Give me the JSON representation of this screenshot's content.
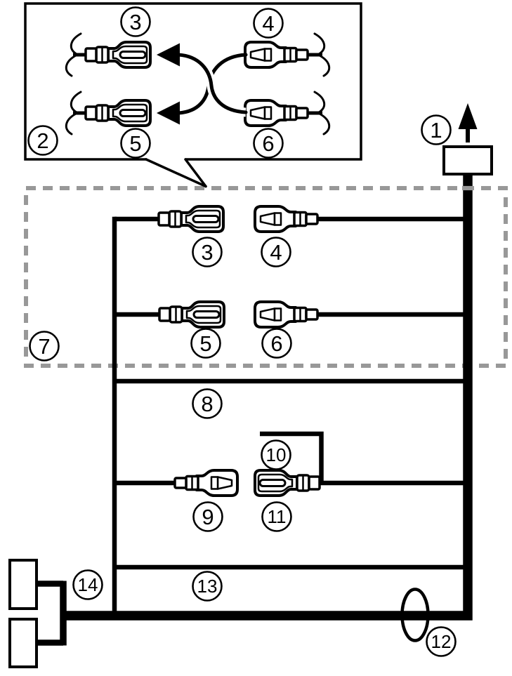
{
  "figure": {
    "kind": "car-audio wiring diagram"
  },
  "colors": {
    "line": "#000000",
    "background": "#ffffff",
    "dash_box": "#989898"
  },
  "labels": {
    "callout_2": "2",
    "callout_3": "3",
    "callout_4": "4",
    "callout_5": "5",
    "callout_6": "6",
    "main_1": "1",
    "main_3": "3",
    "main_4": "4",
    "main_5": "5",
    "main_6": "6",
    "main_7": "7",
    "main_8": "8",
    "main_9": "9",
    "main_10": "10",
    "main_11": "11",
    "main_12": "12",
    "main_13": "13",
    "main_14": "14"
  }
}
